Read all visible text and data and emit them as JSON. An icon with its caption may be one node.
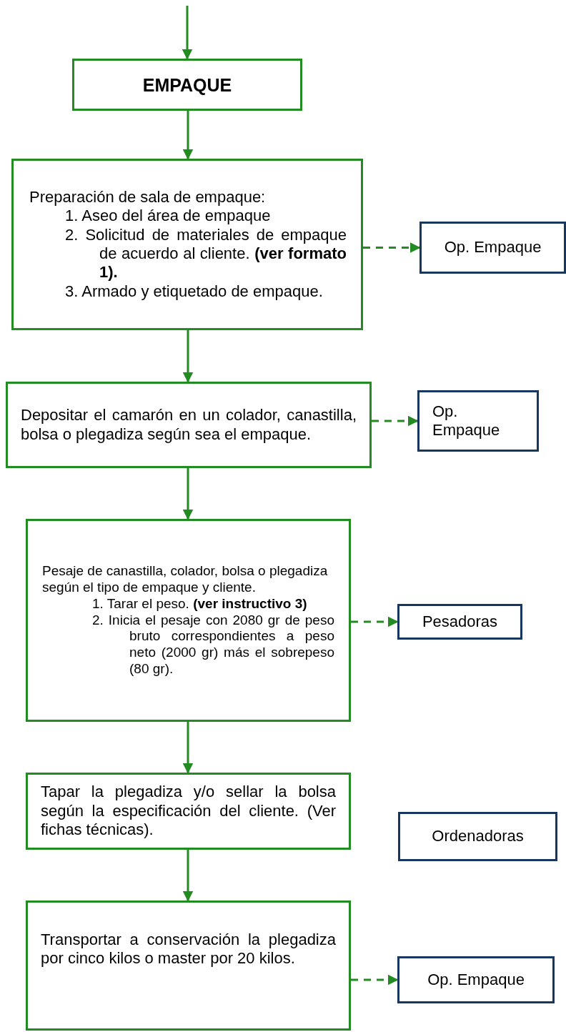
{
  "diagram": {
    "nodes": [
      {
        "text": [
          "EMPAQUE"
        ]
      },
      {
        "text": [
          "Preparación de sala de empaque:",
          "1. Aseo del área de empaque",
          "2. Solicitud de materiales de empaque de acuerdo al cliente. **(ver formato 1).**",
          "3. Armado y etiquetado de empaque."
        ]
      },
      {
        "text": [
          "Op. Empaque"
        ]
      },
      {
        "text": [
          "Depositar el camarón en un colador, canastilla, bolsa o plegadiza según sea el empaque."
        ]
      },
      {
        "text": [
          "Op. Empaque"
        ]
      },
      {
        "text": [
          "Pesaje de canastilla, colador, bolsa o plegadiza según el tipo de empaque y cliente.",
          "1. Tarar el peso. **(ver instructivo 3)**",
          "2. Inicia el pesaje con 2080 gr de peso bruto correspondientes a peso neto (2000 gr) más el sobrepeso (80 gr)."
        ]
      },
      {
        "text": [
          "Pesadoras"
        ]
      },
      {
        "text": [
          "Tapar la plegadiza y/o sellar la bolsa según la especificación del cliente. (Ver fichas técnicas)."
        ]
      },
      {
        "text": [
          "Ordenadoras"
        ]
      },
      {
        "text": [
          "Transportar a conservación la plegadiza por cinco kilos o master por 20 kilos."
        ]
      },
      {
        "text": [
          "Op. Empaque"
        ]
      }
    ],
    "edges": [
      {
        "from": null,
        "to": 0,
        "arrow": "to"
      },
      {
        "from": 0,
        "to": 1,
        "arrow": "to"
      },
      {
        "from": 1,
        "to": 2,
        "arrow": "to",
        "style": "dashed"
      },
      {
        "from": 1,
        "to": 3,
        "arrow": "to"
      },
      {
        "from": 3,
        "to": 4,
        "arrow": "to",
        "style": "dashed"
      },
      {
        "from": 3,
        "to": 5,
        "arrow": "to"
      },
      {
        "from": 5,
        "to": 6,
        "arrow": "to",
        "style": "dashed"
      },
      {
        "from": 5,
        "to": 7,
        "arrow": "to"
      },
      {
        "from": 7,
        "to": 9,
        "arrow": "to"
      },
      {
        "from": 9,
        "to": 10,
        "arrow": "to",
        "style": "dashed"
      }
    ]
  }
}
